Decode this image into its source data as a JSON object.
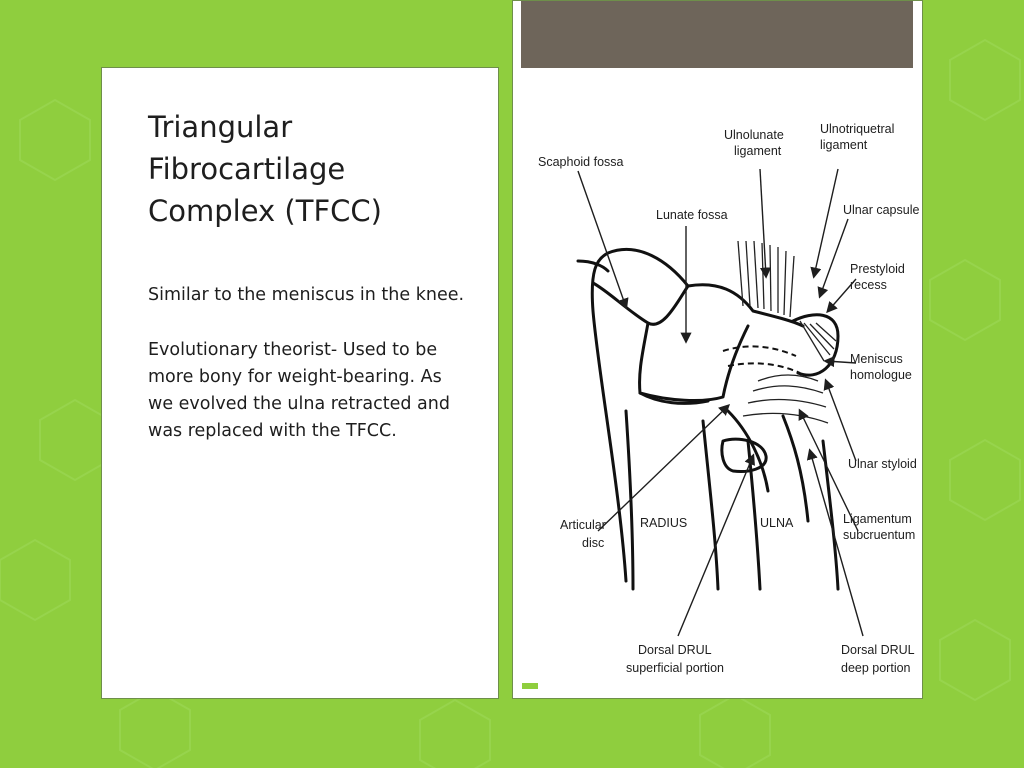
{
  "slide": {
    "title": "Triangular Fibrocartilage Complex (TFCC)",
    "paragraphs": [
      "Similar to the meniscus in the knee.",
      "Evolutionary theorist- Used to be more bony for weight-bearing.  As we evolved the ulna retracted and was replaced with the TFCC."
    ]
  },
  "diagram": {
    "labels": {
      "scaphoid_fossa": "Scaphoid fossa",
      "lunate_fossa": "Lunate fossa",
      "ulnolunate_1": "Ulnolunate",
      "ulnolunate_2": "ligament",
      "ulnotriquetral_1": "Ulnotriquetral",
      "ulnotriquetral_2": "ligament",
      "ulnar_capsule": "Ulnar capsule",
      "prestyloid_1": "Prestyloid",
      "prestyloid_2": "recess",
      "meniscus_1": "Meniscus",
      "meniscus_2": "homologue",
      "ulnar_styloid": "Ulnar styloid",
      "articular_1": "Articular",
      "articular_2": "disc",
      "radius": "RADIUS",
      "ulna": "ULNA",
      "ligamentum_1": "Ligamentum",
      "ligamentum_2": "subcruentum",
      "dorsal_sup_1": "Dorsal DRUL",
      "dorsal_sup_2": "superficial portion",
      "dorsal_deep_1": "Dorsal DRUL",
      "dorsal_deep_2": "deep portion"
    }
  },
  "colors": {
    "background": "#8fce3e",
    "panel": "#ffffff",
    "header_bar": "#6e655a",
    "text": "#1e1e1e"
  }
}
